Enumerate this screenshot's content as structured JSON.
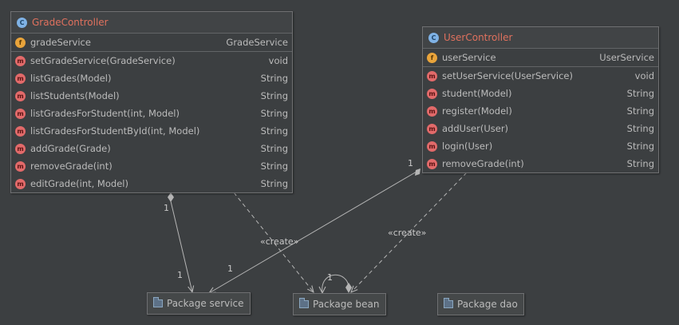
{
  "classes": {
    "grade_controller": {
      "badge": "C",
      "name": "GradeController",
      "fields": [
        {
          "badge": "f",
          "name": "gradeService",
          "type": "GradeService"
        }
      ],
      "methods": [
        {
          "badge": "m",
          "name": "setGradeService(GradeService)",
          "type": "void"
        },
        {
          "badge": "m",
          "name": "listGrades(Model)",
          "type": "String"
        },
        {
          "badge": "m",
          "name": "listStudents(Model)",
          "type": "String"
        },
        {
          "badge": "m",
          "name": "listGradesForStudent(int, Model)",
          "type": "String"
        },
        {
          "badge": "m",
          "name": "listGradesForStudentById(int, Model)",
          "type": "String"
        },
        {
          "badge": "m",
          "name": "addGrade(Grade)",
          "type": "String"
        },
        {
          "badge": "m",
          "name": "removeGrade(int)",
          "type": "String"
        },
        {
          "badge": "m",
          "name": "editGrade(int, Model)",
          "type": "String"
        }
      ]
    },
    "user_controller": {
      "badge": "C",
      "name": "UserController",
      "fields": [
        {
          "badge": "f",
          "name": "userService",
          "type": "UserService"
        }
      ],
      "methods": [
        {
          "badge": "m",
          "name": "setUserService(UserService)",
          "type": "void"
        },
        {
          "badge": "m",
          "name": "student(Model)",
          "type": "String"
        },
        {
          "badge": "m",
          "name": "register(Model)",
          "type": "String"
        },
        {
          "badge": "m",
          "name": "addUser(User)",
          "type": "String"
        },
        {
          "badge": "m",
          "name": "login(User)",
          "type": "String"
        },
        {
          "badge": "m",
          "name": "removeGrade(int)",
          "type": "String"
        }
      ]
    }
  },
  "packages": {
    "service": "Package service",
    "bean": "Package bean",
    "dao": "Package dao"
  },
  "edges": {
    "grade_service_source_mult": "1",
    "grade_service_target_mult": "1",
    "user_service_source_mult": "1",
    "user_service_target_mult": "1",
    "grade_bean_label": "«create»",
    "user_bean_label": "«create»",
    "bean_self_mult": "1"
  },
  "colors": {
    "background": "#3c3f41",
    "class_name": "#e0715e",
    "edge": "#b5b5b5"
  }
}
